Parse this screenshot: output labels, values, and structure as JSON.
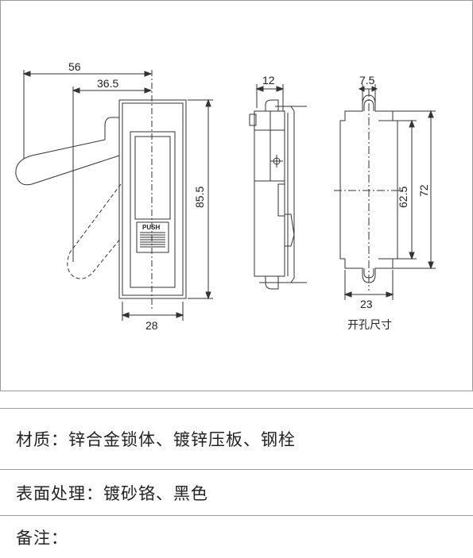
{
  "drawing": {
    "dims": {
      "front_width_outer": "56",
      "front_width_inner": "36.5",
      "front_height": "85.5",
      "front_base": "28",
      "side_depth": "12",
      "cutout_pin": "7.5",
      "cutout_inner_h": "62.5",
      "cutout_outer_h": "72",
      "cutout_width": "23"
    },
    "push_label": "PUSH",
    "cutout_caption": "开孔尺寸"
  },
  "specs": {
    "material": "材质：锌合金锁体、镀锌压板、钢栓",
    "finish": "表面处理：镀砂铬、黑色",
    "notes": "备注："
  }
}
